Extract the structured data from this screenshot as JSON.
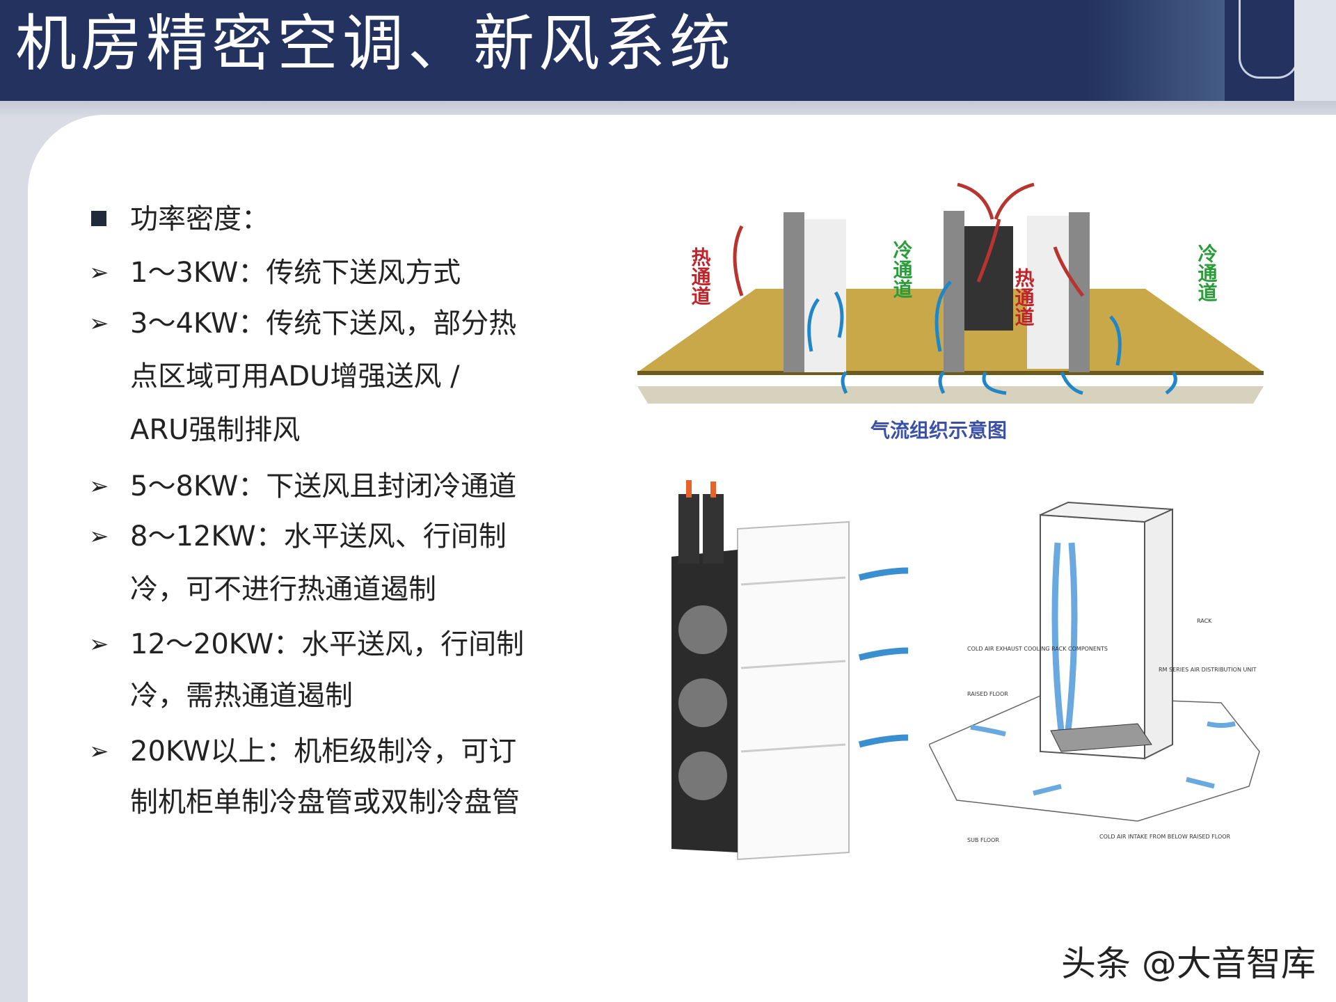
{
  "header": {
    "title": "机房精密空调、新风系统"
  },
  "content": {
    "heading": "功率密度：",
    "items": [
      {
        "lines": [
          "1～3KW：传统下送风方式"
        ]
      },
      {
        "lines": [
          "3～4KW：传统下送风，部分热",
          "点区域可用ADU增强送风 /",
          "ARU强制排风"
        ]
      },
      {
        "lines": [
          "5～8KW：下送风且封闭冷通道"
        ]
      },
      {
        "lines": [
          "8～12KW：水平送风、行间制",
          "冷，可不进行热通道遏制"
        ]
      },
      {
        "lines": [
          "12～20KW：水平送风，行间制",
          "冷，需热通道遏制"
        ]
      },
      {
        "lines": [
          "20KW以上：机柜级制冷，可订",
          "制机柜单制冷盘管或双制冷盘管"
        ]
      }
    ]
  },
  "airflow_diagram": {
    "caption": "气流组织示意图",
    "labels": {
      "hot_aisle": "热通道",
      "cold_aisle": "冷通道"
    }
  },
  "rack_diagram": {
    "labels": [
      "COLD AIR EXHAUST COOLING RACK COMPONENTS",
      "RACK",
      "RAISED FLOOR",
      "RM SERIES AIR DISTRIBUTION UNIT",
      "SUB FLOOR",
      "COLD AIR INTAKE FROM BELOW RAISED FLOOR"
    ]
  },
  "watermark": "头条 @大音智库",
  "colors": {
    "title_bar": "#23325f",
    "hot": "#c0242b",
    "cold": "#2a9d3a",
    "airflow": "#1f86c8",
    "floor": "#b89a3e"
  }
}
